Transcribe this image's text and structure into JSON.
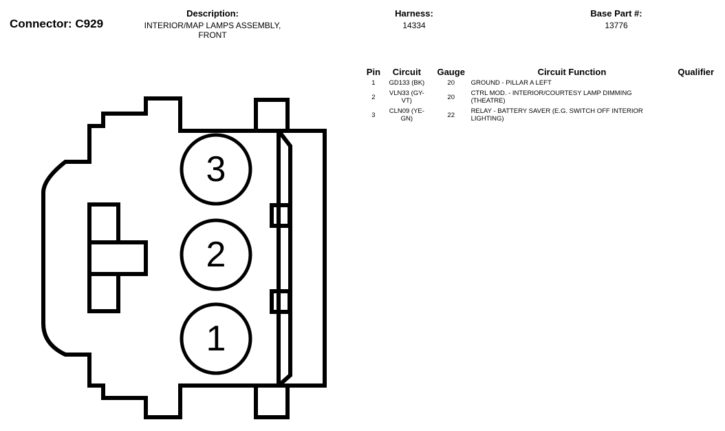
{
  "header": {
    "connector_title": "Connector: C929",
    "description_label": "Description:",
    "description_lines": [
      "INTERIOR/MAP LAMPS ASSEMBLY,",
      "FRONT"
    ],
    "harness_label": "Harness:",
    "harness_value": "14334",
    "base_part_label": "Base Part #:",
    "base_part_value": "13776"
  },
  "table": {
    "headers": {
      "pin": "Pin",
      "circuit": "Circuit",
      "gauge": "Gauge",
      "function": "Circuit Function",
      "qualifier": "Qualifier"
    },
    "rows": [
      {
        "pin": "1",
        "circuit_lines": [
          "GD133 (BK)"
        ],
        "gauge": "20",
        "function_lines": [
          "GROUND - PILLAR A LEFT"
        ],
        "qualifier": ""
      },
      {
        "pin": "2",
        "circuit_lines": [
          "VLN33 (GY-",
          "VT)"
        ],
        "gauge": "20",
        "function_lines": [
          "CTRL MOD. - INTERIOR/COURTESY LAMP DIMMING",
          "(THEATRE)"
        ],
        "qualifier": ""
      },
      {
        "pin": "3",
        "circuit_lines": [
          "CLN09 (YE-",
          "GN)"
        ],
        "gauge": "22",
        "function_lines": [
          "RELAY - BATTERY SAVER (E.G. SWITCH OFF INTERIOR",
          "LIGHTING)"
        ],
        "qualifier": ""
      }
    ]
  },
  "diagram": {
    "pin_labels": [
      "3",
      "2",
      "1"
    ]
  }
}
